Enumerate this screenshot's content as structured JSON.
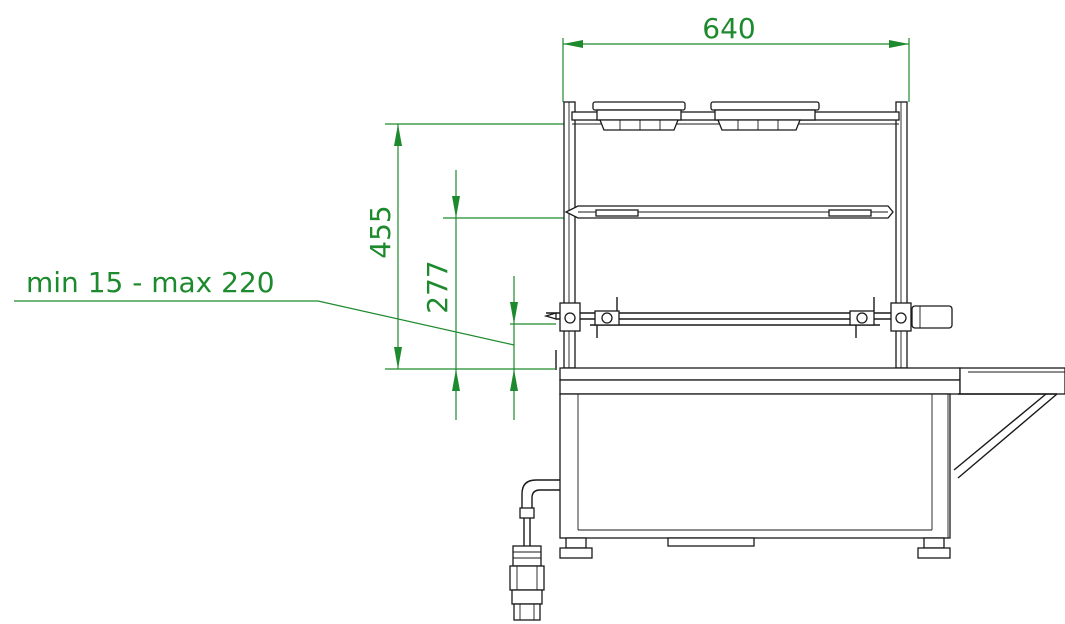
{
  "dimensions": {
    "width_label": "640",
    "height_label": "455",
    "mid_height_label": "277",
    "range_label": "min 15 - max 220"
  },
  "colors": {
    "dimension": "#1e8a2e",
    "outline": "#1a1a1a"
  }
}
